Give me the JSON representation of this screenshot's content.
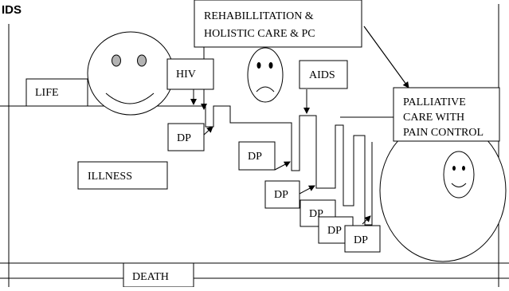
{
  "page": {
    "heading": "IDS"
  },
  "diagram": {
    "top_box": {
      "line1": "REHABILLITATION &",
      "line2": "HOLISTIC CARE & PC"
    },
    "right_box": {
      "line1": "PALLIATIVE",
      "line2": "CARE WITH",
      "line3": "PAIN CONTROL"
    },
    "hiv": "HIV",
    "aids": "AIDS",
    "life": "LIFE",
    "illness": "ILLNESS",
    "death": "DEATH",
    "dp_label": "DP",
    "face_expressions": [
      "smile",
      "sad",
      "smile"
    ]
  }
}
